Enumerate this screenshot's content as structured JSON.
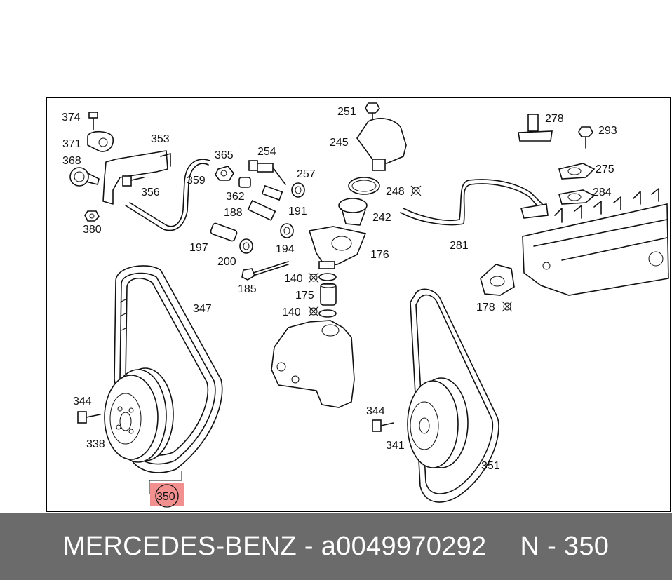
{
  "colors": {
    "footer_bg": "#6b6b6b",
    "footer_text": "#ffffff",
    "highlight": "#f07d7d"
  },
  "callouts": {
    "c374": "374",
    "c371": "371",
    "c353": "353",
    "c368": "368",
    "c356": "356",
    "c380": "380",
    "c365": "365",
    "c254": "254",
    "c359": "359",
    "c362": "362",
    "c257": "257",
    "c188": "188",
    "c191": "191",
    "c197": "197",
    "c194": "194",
    "c200": "200",
    "c185": "185",
    "c140a": "140",
    "c175": "175",
    "c140b": "140",
    "c347": "347",
    "c176": "176",
    "c251": "251",
    "c245": "245",
    "c248": "248",
    "c242": "242",
    "c281": "281",
    "c278": "278",
    "c293": "293",
    "c275": "275",
    "c284": "284",
    "c178": "178",
    "c344a": "344",
    "c338": "338",
    "c350": "350",
    "c344b": "344",
    "c341": "341",
    "c351": "351"
  },
  "footer": {
    "brand": "MERCEDES-BENZ",
    "separator": "-",
    "part_number": "a0049970292",
    "item_ref": "N - 350"
  }
}
